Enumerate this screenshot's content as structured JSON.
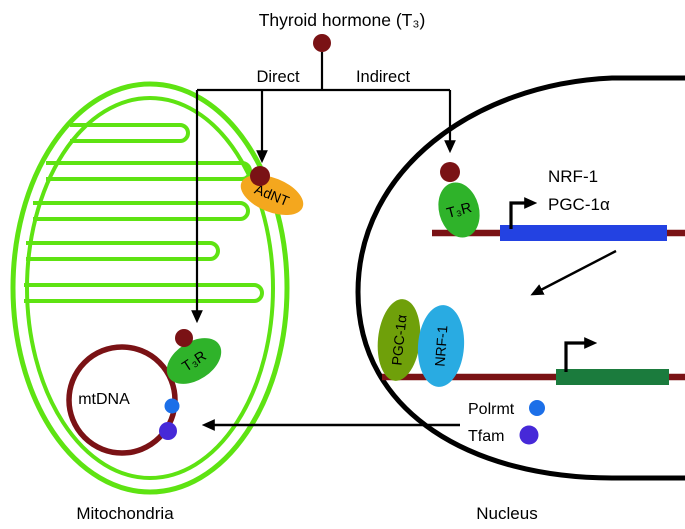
{
  "diagram": {
    "title": "Thyroid hormone (T₃)",
    "pathways": {
      "direct": "Direct",
      "indirect": "Indirect"
    },
    "mitochondria": {
      "label": "Mitochondria",
      "transporter": "AdNT",
      "receptor": "T₃R",
      "genome": "mtDNA"
    },
    "nucleus": {
      "label": "Nucleus",
      "receptor": "T₃R",
      "gene1_products": {
        "line1": "NRF-1",
        "line2": "PGC-1α"
      },
      "coactivator": "PGC-1α",
      "transcription_factor": "NRF-1",
      "legend": {
        "polrmt": "Polrmt",
        "tfam": "Tfam"
      }
    },
    "colors": {
      "mitochondria_membrane": "#5EE312",
      "dna_dark_red": "#7A1215",
      "adnt_orange": "#F4A71E",
      "t3r_green": "#2FB32A",
      "pgc1a_olive": "#6FA00A",
      "nrf1_light_blue": "#29ABE2",
      "gene1_box_blue": "#2342E2",
      "gene2_box_green": "#1B7B3D",
      "polrmt_blue": "#1C6FE8",
      "tfam_violet": "#4629D8"
    }
  }
}
